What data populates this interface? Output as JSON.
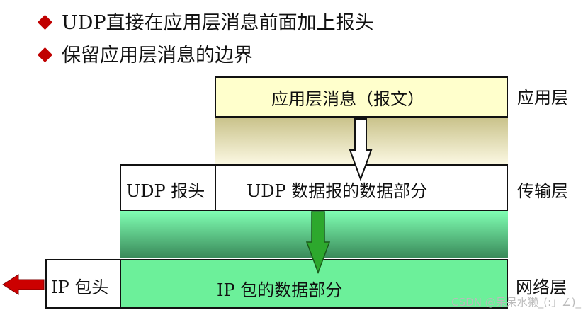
{
  "bullets": [
    "UDP直接在应用层消息前面加上报头",
    "保留应用层消息的边界"
  ],
  "app_layer": {
    "message_label": "应用层消息（报文）",
    "layer_label": "应用层"
  },
  "transport_layer": {
    "header_label": "UDP 报头",
    "data_label": "UDP 数据报的数据部分",
    "layer_label": "传输层"
  },
  "network_layer": {
    "header_label": "IP 包头",
    "data_label": "IP 包的数据部分",
    "layer_label": "网络层"
  },
  "watermark": "CSDN @呆呆水獭_(:」∠)_",
  "colors": {
    "bullet": "#c00000",
    "app_box": "#ffffcc",
    "app_band_top": "#c9c28a",
    "app_band_bottom": "#fbf8e2",
    "transport_band_top": "#80ffb3",
    "transport_band_bottom": "#3a8a5a",
    "network_data": "#6cf09a",
    "green_arrow": "#2da82d",
    "red_arrow": "#cc0000"
  }
}
